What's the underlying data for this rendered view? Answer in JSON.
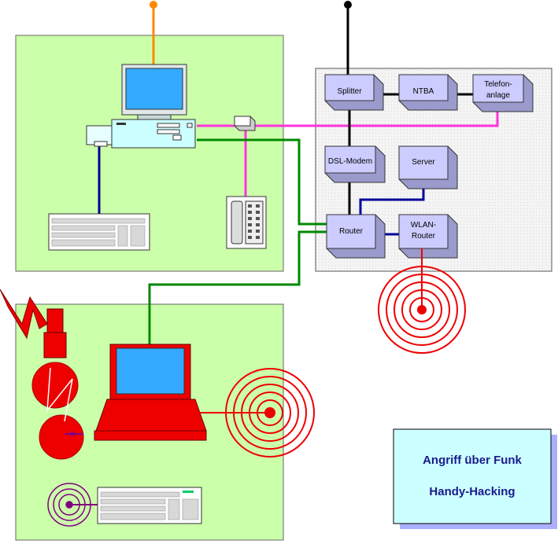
{
  "devices": {
    "splitter": "Splitter",
    "ntba": "NTBA",
    "telefonanlage_1": "Telefon-",
    "telefonanlage_2": "anlage",
    "dsl_modem": "DSL-Modem",
    "server": "Server",
    "router": "Router",
    "wlan_router_1": "WLAN-",
    "wlan_router_2": "Router"
  },
  "info_box": {
    "line1": "Angriff über Funk",
    "line2": "Handy-Hacking"
  },
  "colors": {
    "zone_green": "#ccffaa",
    "zone_gray": "#f0f0f0",
    "box_fill": "#ccccff",
    "info_fill": "#ccffff",
    "info_text": "#1a1a8c",
    "orange": "#ff8800",
    "magenta": "#ff33dd",
    "green_cable": "#008800",
    "blue_cable": "#000099",
    "red": "#ee0000",
    "purple": "#800080"
  }
}
